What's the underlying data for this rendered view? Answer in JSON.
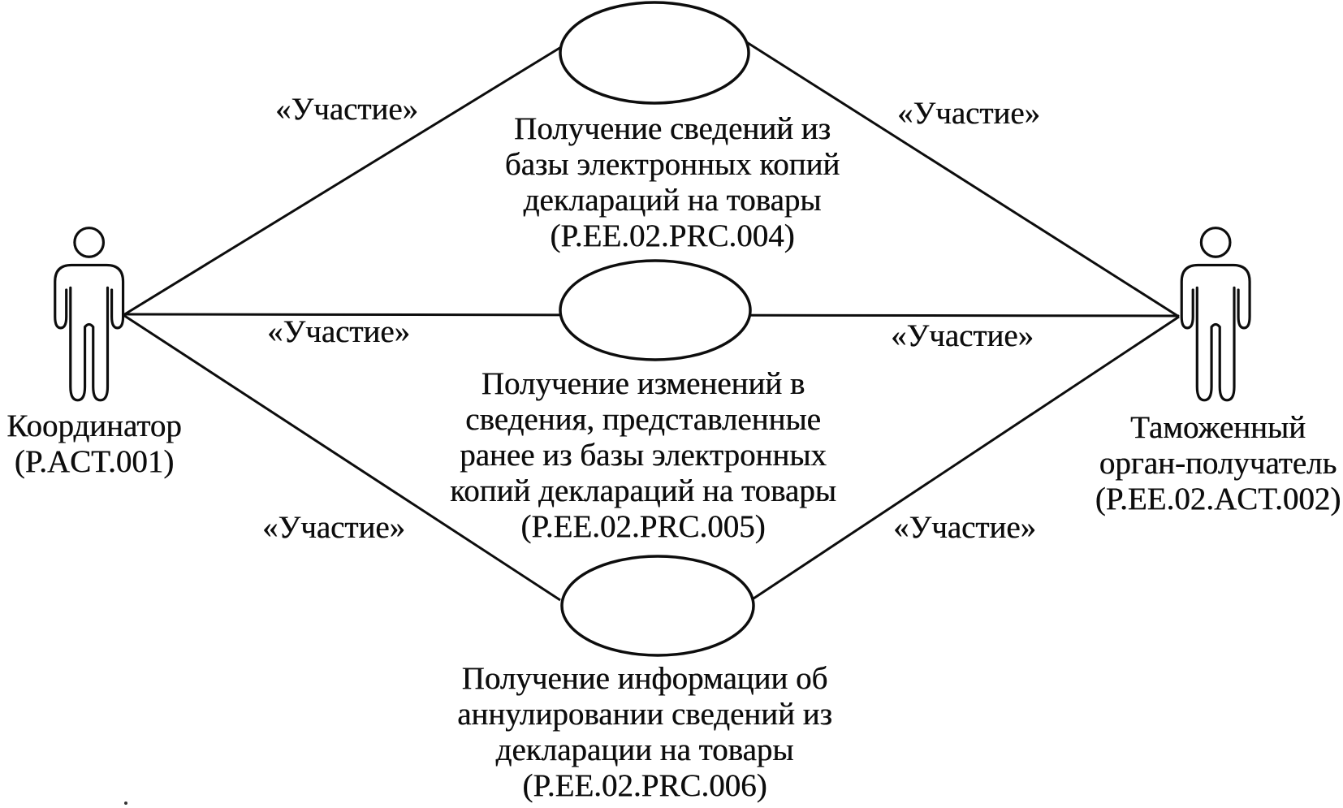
{
  "diagram": {
    "kind": "uml-use-case-diagram",
    "stroke_color": "#0d0d0d",
    "background_color": "#ffffff",
    "actors": {
      "left": {
        "name": "Координатор",
        "id": "(P.ACT.001)"
      },
      "right": {
        "name": "Таможенный\nорган-получатель",
        "id": "(P.EE.02.ACT.002)"
      }
    },
    "use_cases": {
      "top": {
        "label": "Получение сведений из\nбазы электронных копий\nдеклараций на товары\n(P.EE.02.PRC.004)"
      },
      "middle": {
        "label": "Получение изменений в\nсведения, представленные\nранее из базы электронных\nкопий деклараций на товары\n(P.EE.02.PRC.005)"
      },
      "bottom": {
        "label": "Получение информации об\nаннулировании сведений из\nдекларации на товары\n(P.EE.02.PRC.006)"
      }
    },
    "edge_labels": {
      "top_left": "«Участие»",
      "top_right": "«Участие»",
      "middle_left": "«Участие»",
      "middle_right": "«Участие»",
      "bottom_left": "«Участие»",
      "bottom_right": "«Участие»"
    }
  }
}
